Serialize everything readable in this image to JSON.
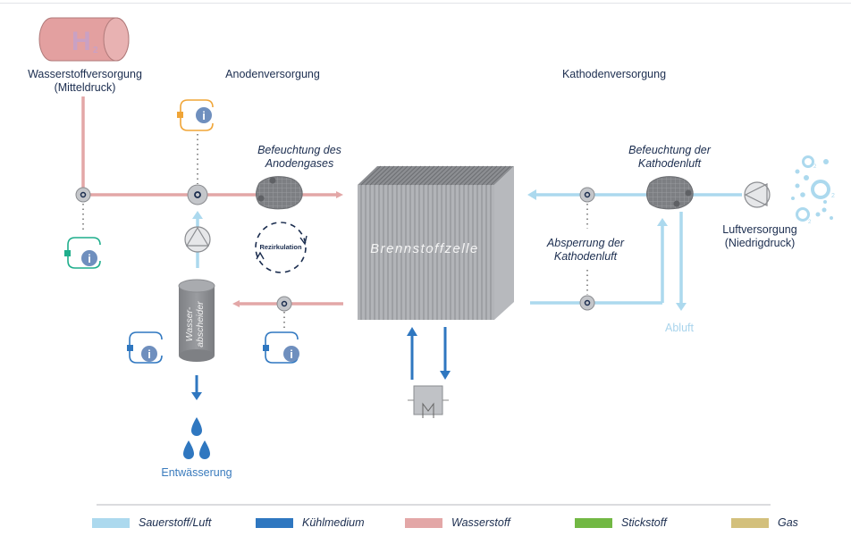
{
  "labels": {
    "h2_supply": "Wasserstoffversorgung",
    "h2_supply_sub": "(Mitteldruck)",
    "anode_supply": "Anodenversorgung",
    "cathode_supply": "Kathodenversorgung",
    "anode_humidification_1": "Befeuchtung des",
    "anode_humidification_2": "Anodengases",
    "cathode_humidification_1": "Befeuchtung der",
    "cathode_humidification_2": "Kathodenluft",
    "fuel_cell": "Brennstoffzelle",
    "recirculation": "Rezirkulation",
    "water_separator_1": "Wasser-",
    "water_separator_2": "abscheider",
    "drainage": "Entwässerung",
    "cathode_shutoff_1": "Absperrung der",
    "cathode_shutoff_2": "Kathodenluft",
    "exhaust": "Abluft",
    "air_supply": "Luftversorgung",
    "air_supply_sub": "(Niedrigdruck)",
    "h2_symbol": "H",
    "h2_subscript": "2",
    "o2_symbol": "O",
    "o2_subscript": "2",
    "info_symbol": "i"
  },
  "legend": [
    {
      "label": "Sauerstoff/Luft",
      "color": "#acd9ee"
    },
    {
      "label": "Kühlmedium",
      "color": "#2f77c0"
    },
    {
      "label": "Wasserstoff",
      "color": "#e3a7a7"
    },
    {
      "label": "Stickstoff",
      "color": "#72b844"
    },
    {
      "label": "Gas",
      "color": "#d3c07c"
    }
  ],
  "colors": {
    "hydrogen": "#e3a7a7",
    "air": "#acd9ee",
    "coolant": "#2f77c0",
    "text": "#1b2d4f",
    "sensor_orange": "#f0a537",
    "sensor_green": "#1fae8c",
    "sensor_blue": "#2f77c0",
    "info_fill": "#6f8fbe"
  }
}
